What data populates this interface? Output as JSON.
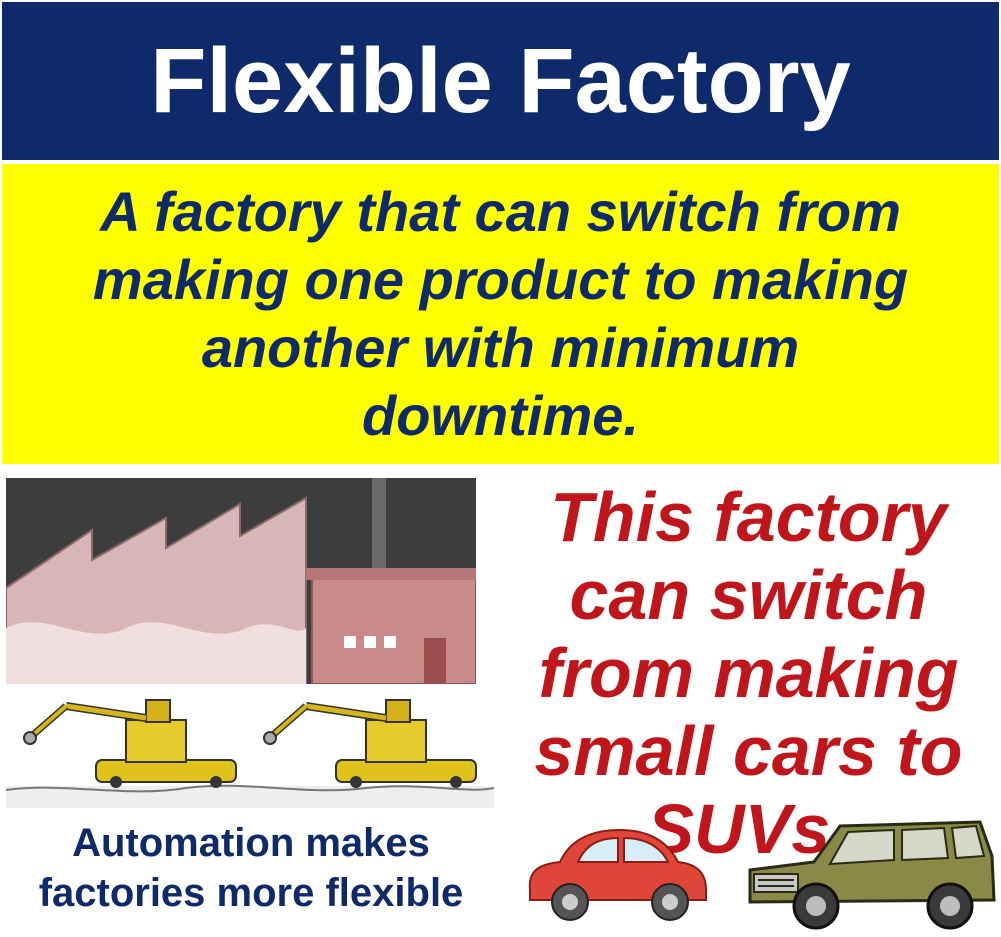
{
  "title": "Flexible Factory",
  "definition": "A factory that can switch from making one product to making another with minimum downtime.",
  "claim": "This factory can switch from making small cars to SUVs.",
  "caption": "Automation makes factories more flexible",
  "colors": {
    "title_background": "#0e2a6b",
    "title_text": "#ffffff",
    "definition_background": "#ffff00",
    "definition_text": "#0e2a6b",
    "claim_text": "#c0151b",
    "caption_text": "#0e2a6b"
  },
  "illustrations": [
    "factory-building-illustration",
    "assembly-robots-illustration",
    "small-red-car-illustration",
    "suv-illustration"
  ]
}
